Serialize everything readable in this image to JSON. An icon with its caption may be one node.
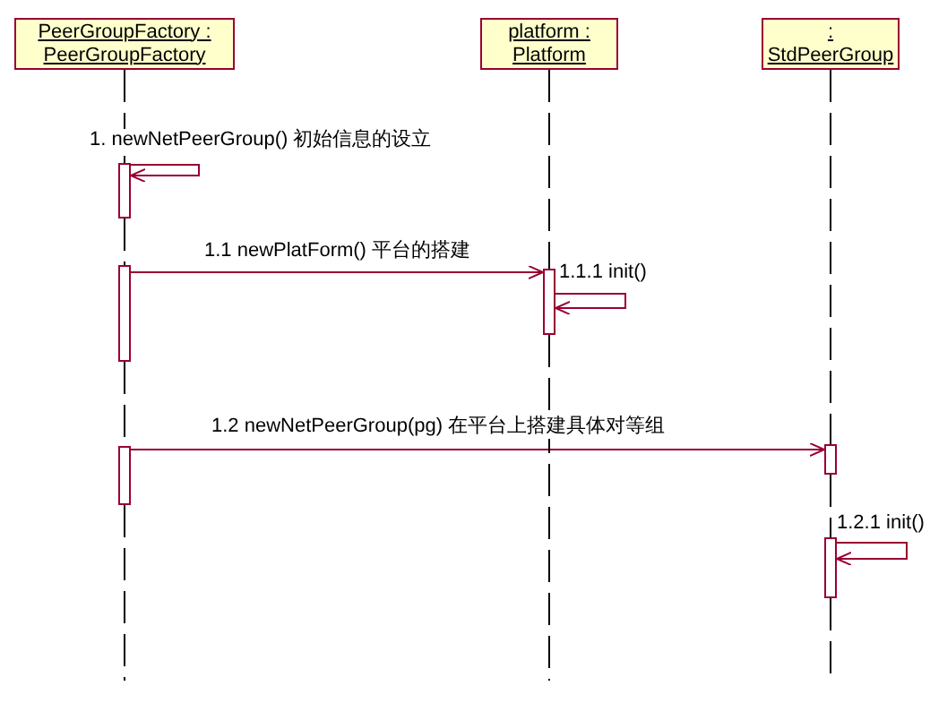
{
  "diagram": {
    "nodes": [
      {
        "text": [
          "PeerGroupFactory : PeerGroupFactory"
        ]
      },
      {
        "text": [
          "platform : Platform"
        ]
      },
      {
        "text": [
          ": StdPeerGroup"
        ]
      },
      {
        "text": [],
        "shape": "bar"
      },
      {
        "text": [],
        "shape": "bar"
      },
      {
        "text": [],
        "shape": "bar"
      },
      {
        "text": [],
        "shape": "bar"
      },
      {
        "text": [],
        "shape": "bar"
      },
      {
        "text": [],
        "shape": "bar"
      }
    ],
    "edges": [
      {
        "from": 3,
        "to": 3,
        "arrow": "to",
        "label": "1. newNetPeerGroup() 初始信息的设立",
        "color": "#990033"
      },
      {
        "from": 4,
        "to": 5,
        "arrow": "to",
        "label": "1.1 newPlatForm() 平台的搭建",
        "color": "#990033"
      },
      {
        "from": 5,
        "to": 5,
        "arrow": "to",
        "label": "1.1.1 init()",
        "color": "#990033"
      },
      {
        "from": 6,
        "to": 7,
        "arrow": "to",
        "label": "1.2 newNetPeerGroup(pg) 在平台上搭建具体对等组",
        "color": "#990033"
      },
      {
        "from": 8,
        "to": 8,
        "arrow": "to",
        "label": "1.2.1 init()",
        "color": "#990033"
      },
      {
        "from": 0,
        "to": 3,
        "arrow": "none",
        "style": "dashed"
      },
      {
        "from": 3,
        "to": 4,
        "arrow": "none",
        "style": "dashed"
      },
      {
        "from": 4,
        "to": 6,
        "arrow": "none",
        "style": "dashed"
      },
      {
        "from": 6,
        "to": null,
        "arrow": "none",
        "style": "dashed"
      },
      {
        "from": 1,
        "to": 5,
        "arrow": "none",
        "style": "dashed"
      },
      {
        "from": 5,
        "to": null,
        "arrow": "none",
        "style": "dashed"
      },
      {
        "from": 2,
        "to": 7,
        "arrow": "none",
        "style": "dashed"
      },
      {
        "from": 7,
        "to": 8,
        "arrow": "none",
        "style": "dashed"
      },
      {
        "from": 8,
        "to": null,
        "arrow": "none",
        "style": "dashed"
      }
    ]
  }
}
